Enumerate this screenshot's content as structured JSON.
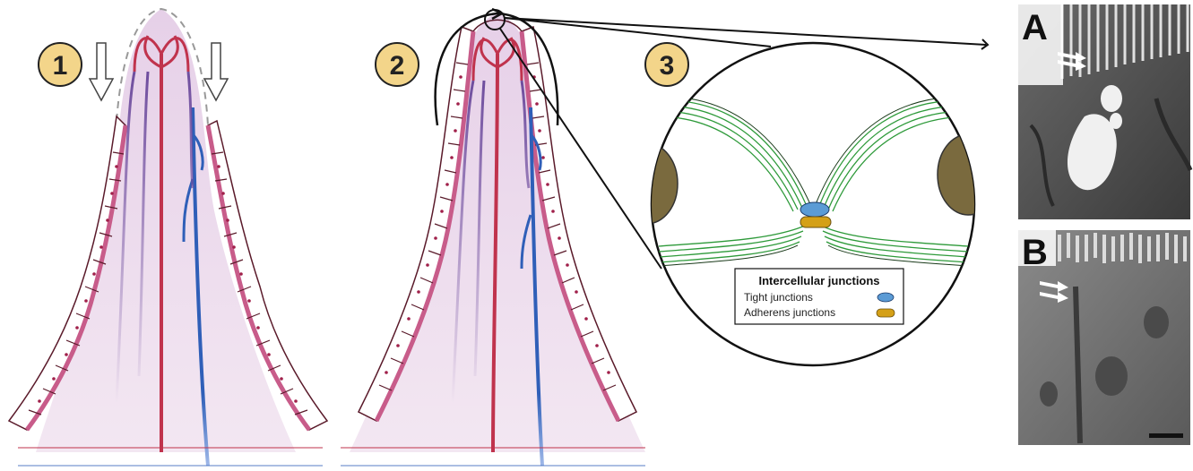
{
  "steps": [
    {
      "number": "1"
    },
    {
      "number": "2"
    },
    {
      "number": "3"
    }
  ],
  "legend": {
    "title": "Intercellular junctions",
    "items": [
      {
        "label": "Tight junctions",
        "color": "#5b9bd5"
      },
      {
        "label": "Adherens junctions",
        "color": "#d4a017"
      }
    ]
  },
  "micrographs": [
    {
      "letter": "A"
    },
    {
      "letter": "B"
    }
  ],
  "colors": {
    "badge": "#f3d58a",
    "tissue": "#e9d6e8",
    "artery": "#c0334d",
    "vein": "#2f5fb8",
    "membrane": "#2e9a3a",
    "nucleus": "#7a6a3e",
    "epithelium_border": "#c85c8a"
  },
  "icons": [
    "down-arrow-icon",
    "curved-arrow-icon",
    "zoom-circle-icon",
    "scale-bar-icon"
  ]
}
